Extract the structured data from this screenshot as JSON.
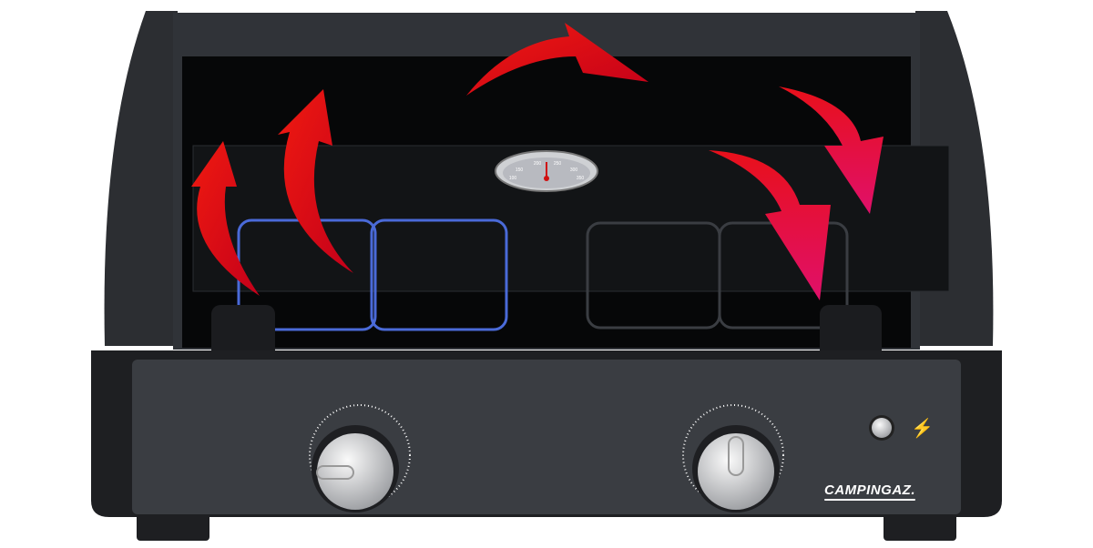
{
  "brand": {
    "logo_text": "CAMPINGAZ."
  },
  "thermometer": {
    "scale_labels": [
      "100",
      "150",
      "200",
      "250",
      "300",
      "350"
    ]
  },
  "ignition": {
    "icon": "lightning-bolt-icon"
  },
  "colors": {
    "body": "#3a3d42",
    "glass": "#050607",
    "arrow": "#e8101a",
    "arrow_magenta": "#e0105a"
  }
}
